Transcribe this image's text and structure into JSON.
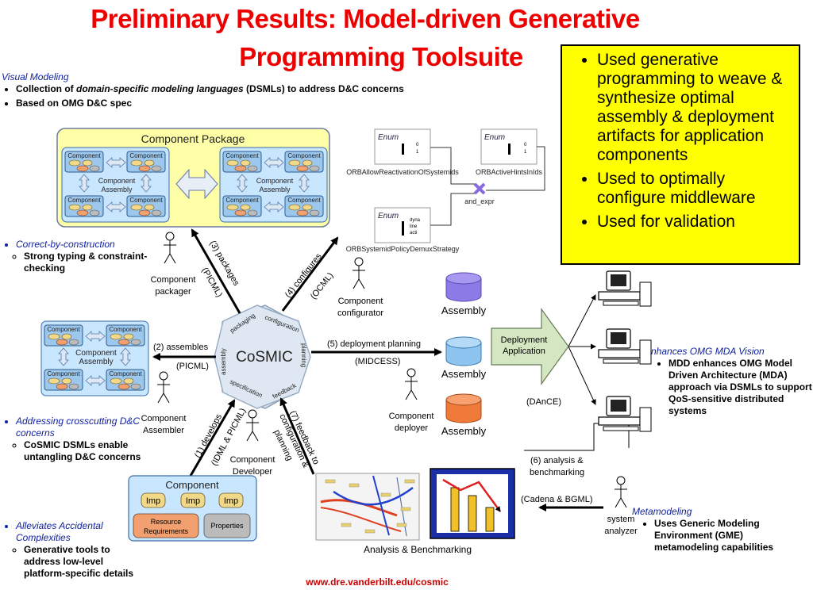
{
  "title": {
    "line1": "Preliminary Results: Model-driven Generative",
    "line2": "Programming Toolsuite"
  },
  "yellow_box": {
    "items": [
      "Used generative programming to weave & synthesize optimal assembly & deployment artifacts for application components",
      "Used to optimally configure middleware",
      "Used for validation"
    ]
  },
  "visual_modeling": {
    "heading": "Visual Modeling",
    "b1_pre": "Collection of ",
    "b1_em": "domain-specific modeling languages",
    "b1_post": " (DSMLs)  to address D&C concerns",
    "b2": "Based on OMG D&C spec"
  },
  "correct": {
    "heading": "Correct-by-construction",
    "sub": "Strong typing & constraint-checking"
  },
  "crosscutting": {
    "heading": "Addressing crosscutting D&C concerns",
    "sub": "CoSMIC DSMLs enable untangling D&C concerns"
  },
  "accidental": {
    "heading": "Alleviates Accidental Complexities",
    "sub": "Generative tools to address low-level platform-specific details"
  },
  "mda": {
    "heading": "Enhances OMG MDA Vision",
    "sub": "MDD enhances OMG Model Driven Architecture (MDA) approach via DSMLs to support QoS-sensitive distributed systems"
  },
  "metamodeling": {
    "heading": "Metamodeling",
    "sub": "Uses Generic Modeling Environment (GME) metamodeling capabilities"
  },
  "url": "www.dre.vanderbilt.edu/cosmic",
  "diagram": {
    "component_package": "Component Package",
    "component": "Component",
    "component_assembly_l1": "Component",
    "component_assembly_l2": "Assembly",
    "cosmic": "CoSMIC",
    "hex_packaging": "packaging",
    "hex_configuration": "configuration",
    "hex_planning": "planning",
    "hex_feedback": "feedback",
    "hex_specification": "specification",
    "hex_assembly": "assembly",
    "arrow_packages": "(3) packages",
    "arrow_packages_lang": "(PICML)",
    "arrow_configures": "(4) configures",
    "arrow_configures_lang": "(OCML)",
    "arrow_assembles": "(2) assembles",
    "arrow_assembles_lang": "(PICML)",
    "arrow_deployment": "(5) deployment planning",
    "arrow_deployment_lang": "(MIDCESS)",
    "arrow_develops": "(1) develops",
    "arrow_develops_lang": "(IDML & PICML)",
    "arrow_feedback_l1": "(7) feedback to",
    "arrow_feedback_l2": "configuration &",
    "arrow_feedback_l3": "planning",
    "arrow_analysis_l1": "(6) analysis &",
    "arrow_analysis_l2": "benchmarking",
    "arrow_analysis_lang": "(Cadena & BGML)",
    "role_packager_l1": "Component",
    "role_packager_l2": "packager",
    "role_configurator_l1": "Component",
    "role_configurator_l2": "configurator",
    "role_assembler_l1": "Component",
    "role_assembler_l2": "Assembler",
    "role_developer_l1": "Component",
    "role_developer_l2": "Developer",
    "role_deployer_l1": "Component",
    "role_deployer_l2": "deployer",
    "role_analyzer_l1": "system",
    "role_analyzer_l2": "analyzer",
    "assembly": "Assembly",
    "deployment_app_l1": "Deployment",
    "deployment_app_l2": "Application",
    "dance": "(DAnCE)",
    "analysis_benchmarking": "Analysis & Benchmarking",
    "imp": "Imp",
    "resource_l1": "Resource",
    "resource_l2": "Requirements",
    "properties": "Properties",
    "enum": "Enum",
    "orb1": "ORBAllowReactivationOfSystemids",
    "orb2": "ORBActiveHintsInIds",
    "orb3": "ORBSystemidPolicyDemuxStrategy",
    "and_expr": "and_expr",
    "enum_v0": "0",
    "enum_v1": "1",
    "enum_dyna": "dyna",
    "enum_line": "line",
    "enum_acti": "acti"
  },
  "colors": {
    "title": "#ee0000",
    "note_heading": "#1020a0",
    "url": "#cc0000",
    "yellow": "#ffff00"
  }
}
